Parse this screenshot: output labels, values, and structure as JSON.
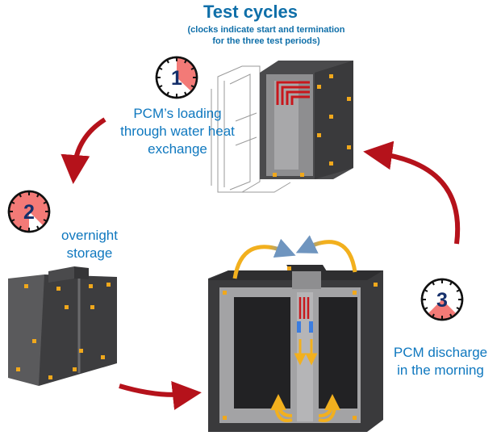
{
  "title": "Test cycles",
  "subtitle_lines": [
    "(clocks indicate start and termination",
    "for the three test periods)"
  ],
  "steps": [
    {
      "number": "1",
      "label_lines": [
        "PCM’s loading",
        "through water heat",
        "exchange"
      ]
    },
    {
      "number": "2",
      "label_lines": [
        "overnight",
        "storage"
      ]
    },
    {
      "number": "3",
      "label_lines": [
        "PCM discharge",
        "in the morning"
      ]
    }
  ],
  "colors": {
    "title": "#0f6fa9",
    "label": "#0f78bf",
    "arrow": "#b5121b",
    "clock_fill": "#f37a77",
    "casing": "#3a3a3c",
    "frame": "#6a6a6c",
    "bolt": "#f0a81c",
    "airflow_warm": "#f2b01e",
    "airflow_cool": "#6f95bf"
  },
  "icons": [
    "clock-icon",
    "cycle-arrow",
    "airflow-arrow"
  ]
}
